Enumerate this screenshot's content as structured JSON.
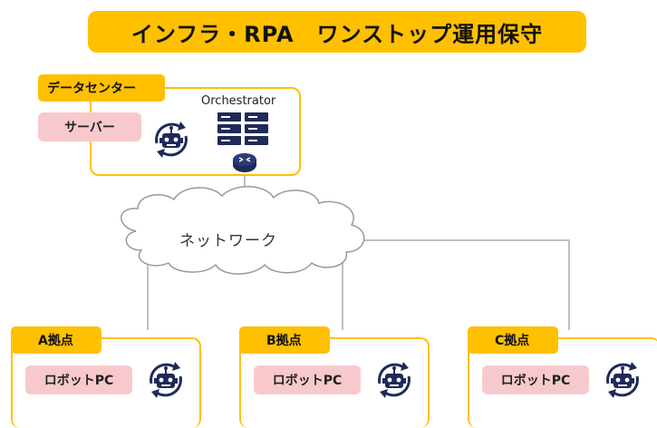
{
  "title": "インフラ・RPA　ワンストップ運用保守",
  "datacenter": {
    "label": "データセンター",
    "server_label": "サーバー",
    "orchestrator_label": "Orchestrator"
  },
  "network_label": "ネットワーク",
  "sites": [
    {
      "label": "A拠点",
      "robot_label": "ロボットPC"
    },
    {
      "label": "B拠点",
      "robot_label": "ロボットPC"
    },
    {
      "label": "C拠点",
      "robot_label": "ロボットPC"
    }
  ],
  "colors": {
    "accent": "#FFC000",
    "pink": "#F8C9CC",
    "navy": "#1F2A5A",
    "line": "#BFBFBF"
  },
  "icons": [
    "robot-cycle-icon",
    "server-rack-icon",
    "router-icon",
    "cloud-shape"
  ]
}
